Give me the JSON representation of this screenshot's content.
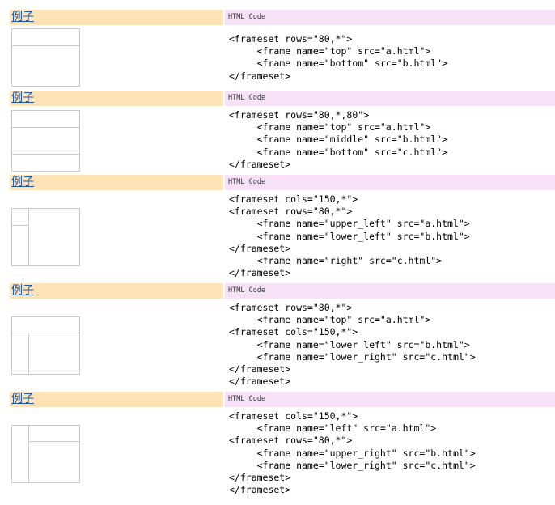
{
  "examples": [
    {
      "link_label": "例子",
      "code_header": "HTML Code",
      "code": "<frameset rows=\"80,*\">\n     <frame name=\"top\" src=\"a.html\">\n     <frame name=\"bottom\" src=\"b.html\">\n</frameset>"
    },
    {
      "link_label": "例子",
      "code_header": "HTML Code",
      "code": "<frameset rows=\"80,*,80\">\n     <frame name=\"top\" src=\"a.html\">\n     <frame name=\"middle\" src=\"b.html\">\n     <frame name=\"bottom\" src=\"c.html\">\n</frameset>"
    },
    {
      "link_label": "例子",
      "code_header": "HTML Code",
      "code": "<frameset cols=\"150,*\">\n<frameset rows=\"80,*\">\n     <frame name=\"upper_left\" src=\"a.html\">\n     <frame name=\"lower_left\" src=\"b.html\">\n</frameset>\n     <frame name=\"right\" src=\"c.html\">\n</frameset>"
    },
    {
      "link_label": "例子",
      "code_header": "HTML Code",
      "code": "<frameset rows=\"80,*\">\n     <frame name=\"top\" src=\"a.html\">\n<frameset cols=\"150,*\">\n     <frame name=\"lower_left\" src=\"b.html\">\n     <frame name=\"lower_right\" src=\"c.html\">\n</frameset>\n</frameset>"
    },
    {
      "link_label": "例子",
      "code_header": "HTML Code",
      "code": "<frameset cols=\"150,*\">\n     <frame name=\"left\" src=\"a.html\">\n<frameset rows=\"80,*\">\n     <frame name=\"upper_right\" src=\"b.html\">\n     <frame name=\"lower_right\" src=\"c.html\">\n</frameset>\n</frameset>"
    }
  ],
  "colors": {
    "link": "#1a57b2",
    "left_header_bg": "#fde3b6",
    "right_header_bg": "#f7e1f7",
    "diagram_line": "#c8c8c8"
  }
}
